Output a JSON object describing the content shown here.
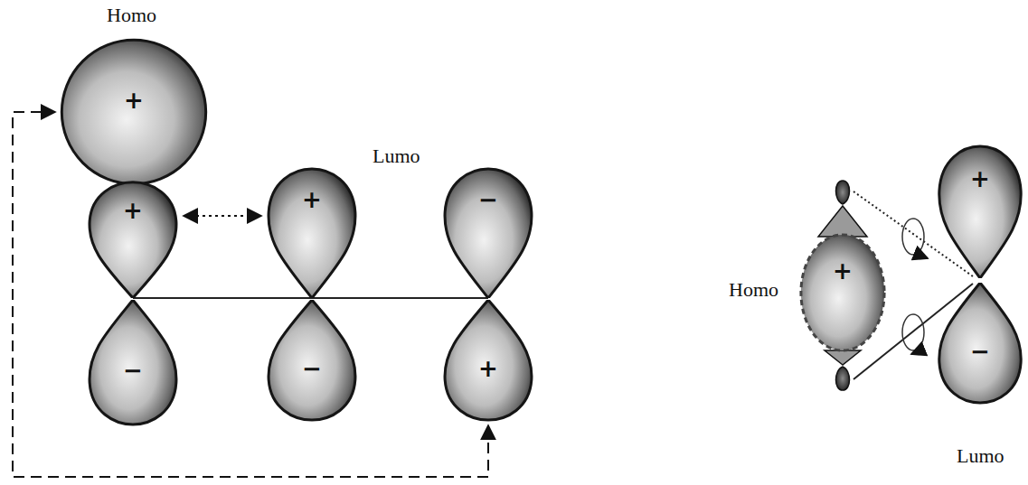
{
  "diagram": {
    "nodes": [
      {
        "text": [
          "+"
        ]
      },
      {
        "text": [
          "+"
        ]
      },
      {
        "text": [
          "+"
        ]
      },
      {
        "text": [
          "−"
        ]
      },
      {
        "text": [
          "−"
        ]
      },
      {
        "text": [
          "−"
        ]
      },
      {
        "text": [
          "+"
        ]
      },
      {
        "text": [
          "+"
        ]
      },
      {
        "text": [
          "+"
        ]
      },
      {
        "text": [
          "−"
        ]
      }
    ],
    "edges": [
      {
        "from": 1,
        "to": 2,
        "arrow": "both"
      },
      {
        "from": 6,
        "to": 0,
        "arrow": "both"
      }
    ],
    "labels": [
      "Homo",
      "Lumo",
      "Homo",
      "Lumo"
    ]
  }
}
